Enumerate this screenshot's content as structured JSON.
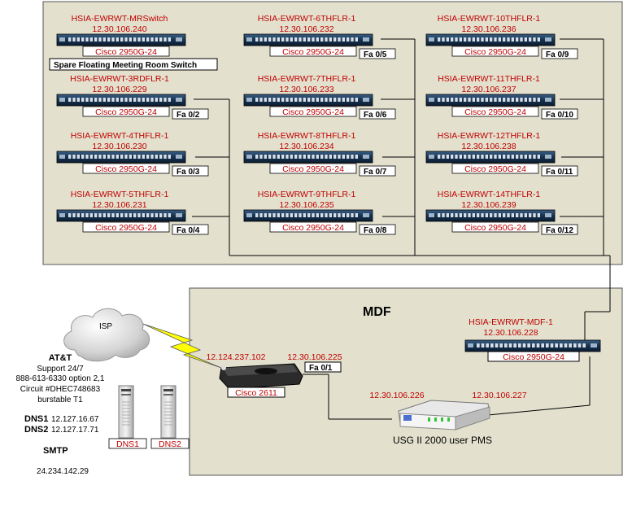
{
  "colors": {
    "zone_fill": "#e3e1ce",
    "label_red": "#c00000",
    "switch_body": "#1b3a5a",
    "serial_link": "#ffff00",
    "line": "#000000"
  },
  "top_switches": [
    {
      "name": "HSIA-EWRWT-MRSwitch",
      "ip": "12.30.106.240",
      "model": "Cisco 2950G-24",
      "port": ""
    },
    {
      "name": "HSIA-EWRWT-6THFLR-1",
      "ip": "12.30.106.232",
      "model": "Cisco 2950G-24",
      "port": "Fa 0/5"
    },
    {
      "name": "HSIA-EWRWT-10THFLR-1",
      "ip": "12.30.106.236",
      "model": "Cisco 2950G-24",
      "port": "Fa 0/9"
    },
    {
      "name": "HSIA-EWRWT-3RDFLR-1",
      "ip": "12.30.106.229",
      "model": "Cisco 2950G-24",
      "port": "Fa 0/2"
    },
    {
      "name": "HSIA-EWRWT-7THFLR-1",
      "ip": "12.30.106.233",
      "model": "Cisco 2950G-24",
      "port": "Fa 0/6"
    },
    {
      "name": "HSIA-EWRWT-11THFLR-1",
      "ip": "12.30.106.237",
      "model": "Cisco 2950G-24",
      "port": "Fa 0/10"
    },
    {
      "name": "HSIA-EWRWT-4THFLR-1",
      "ip": "12.30.106.230",
      "model": "Cisco 2950G-24",
      "port": "Fa 0/3"
    },
    {
      "name": "HSIA-EWRWT-8THFLR-1",
      "ip": "12.30.106.234",
      "model": "Cisco 2950G-24",
      "port": "Fa 0/7"
    },
    {
      "name": "HSIA-EWRWT-12THFLR-1",
      "ip": "12.30.106.238",
      "model": "Cisco 2950G-24",
      "port": "Fa 0/11"
    },
    {
      "name": "HSIA-EWRWT-5THFLR-1",
      "ip": "12.30.106.231",
      "model": "Cisco 2950G-24",
      "port": "Fa 0/4"
    },
    {
      "name": "HSIA-EWRWT-9THFLR-1",
      "ip": "12.30.106.235",
      "model": "Cisco 2950G-24",
      "port": "Fa 0/8"
    },
    {
      "name": "HSIA-EWRWT-14THFLR-1",
      "ip": "12.30.106.239",
      "model": "Cisco 2950G-24",
      "port": "Fa 0/12"
    }
  ],
  "spare_note": "Spare Floating Meeting Room Switch",
  "mdf": {
    "title": "MDF",
    "switch": {
      "name": "HSIA-EWRWT-MDF-1",
      "ip": "12.30.106.228",
      "model": "Cisco 2950G-24"
    },
    "router": {
      "model": "Cisco 2611",
      "wan_ip": "12.124.237.102",
      "lan_ip": "12.30.106.225",
      "port": "Fa 0/1"
    },
    "pms": {
      "label": "USG II 2000 user PMS",
      "ip_left": "12.30.106.226",
      "ip_right": "12.30.106.227"
    }
  },
  "isp": {
    "cloud_label": "ISP",
    "provider": "AT&T",
    "support": "Support 24/7",
    "phone": "888-613-6330 option 2,1",
    "circuit": "Circuit #DHEC748683",
    "service": "burstable T1",
    "dns1_label": "DNS1",
    "dns1_ip": "12.127.16.67",
    "dns2_label": "DNS2",
    "dns2_ip": "12.127.17.71",
    "smtp_label": "SMTP",
    "smtp_ip": "24.234.142.29"
  },
  "dns_servers": [
    "DNS1",
    "DNS2"
  ]
}
